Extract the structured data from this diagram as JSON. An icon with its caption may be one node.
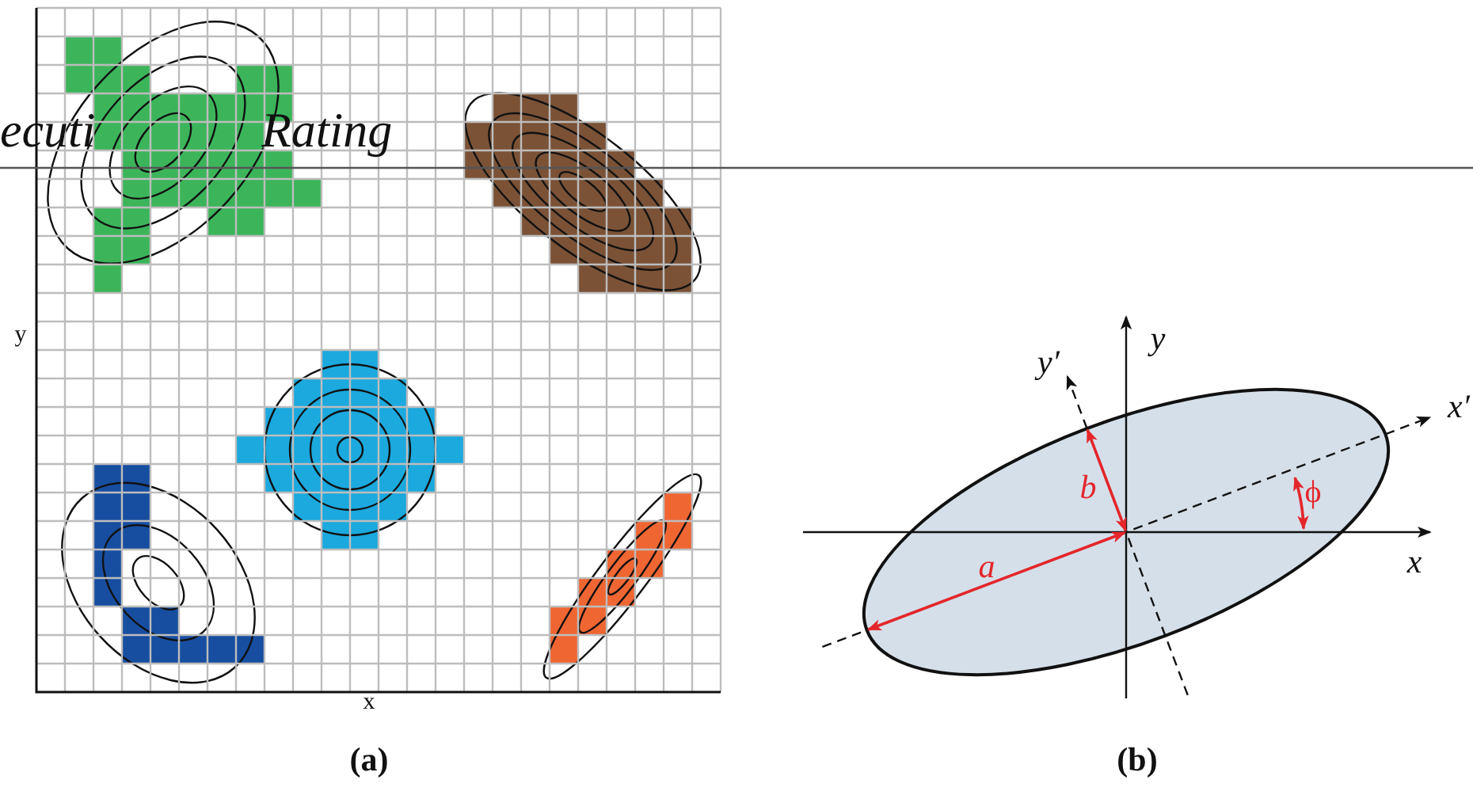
{
  "diagram": {
    "labels": [
      "ecuti",
      "Rating",
      "y",
      "x",
      "y′",
      "y",
      "x′",
      "b",
      "ϕ",
      "a",
      "x",
      "(a)",
      "(b)"
    ]
  }
}
